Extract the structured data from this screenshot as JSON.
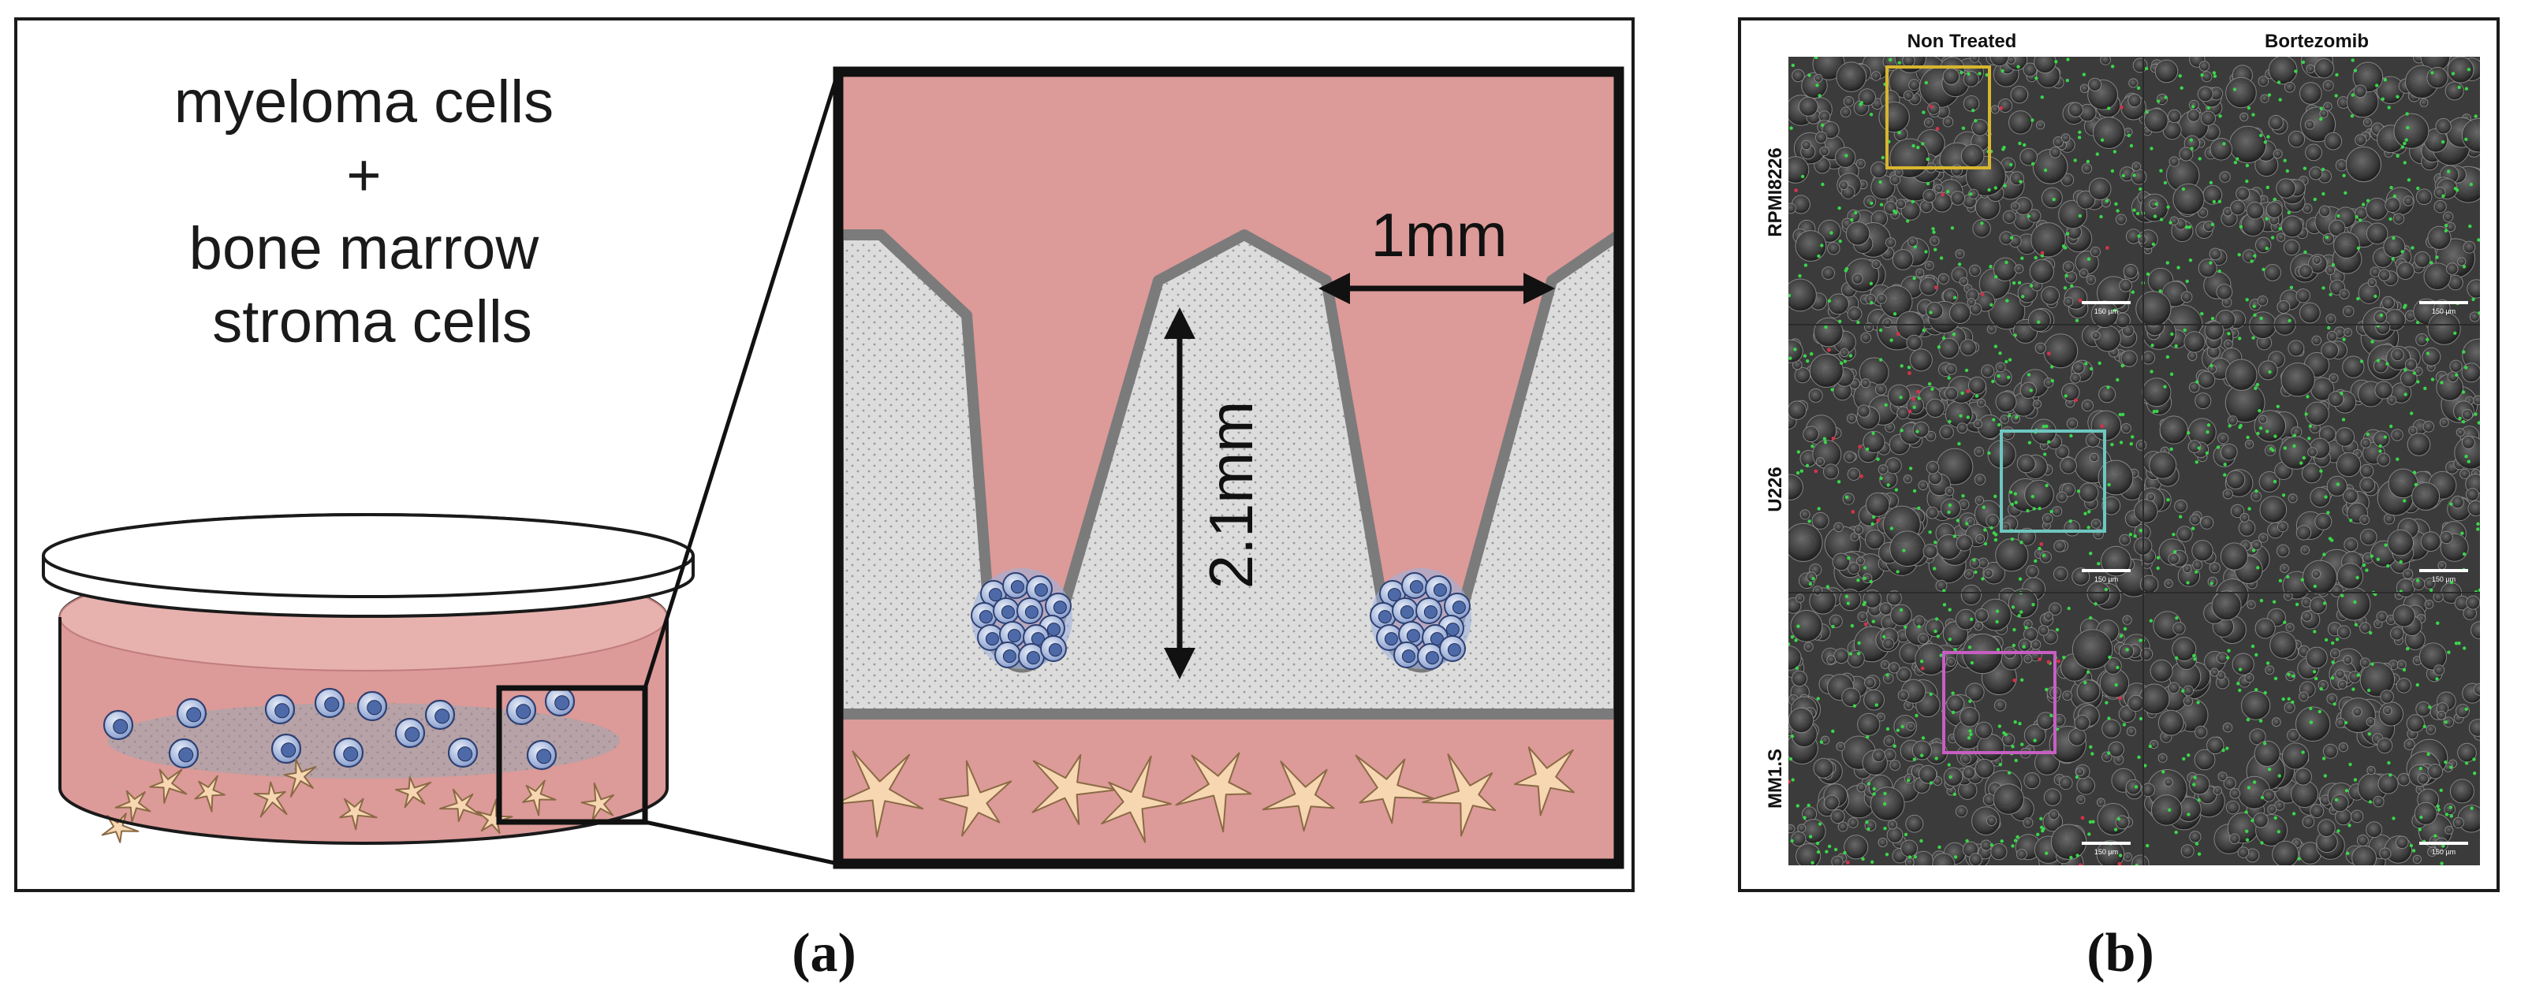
{
  "panel_a": {
    "caption": "(a)",
    "label_lines": [
      "myeloma cells",
      "+",
      "bone marrow",
      "stroma cells"
    ],
    "dim_width": "1mm",
    "dim_depth": "2.1mm"
  },
  "panel_b": {
    "caption": "(b)",
    "col_labels": [
      "Non Treated",
      "Bortezomib"
    ],
    "row_labels": [
      "RPMI8226",
      "U226",
      "MM1.S"
    ],
    "scale_bar_label": "150 µm",
    "highlight_colors": [
      "#d8b62e",
      "#6fc6c0",
      "#c85ec4"
    ]
  },
  "colors": {
    "medium": "#dc9a98",
    "medium_light": "#f0c9c6",
    "gel": "#d9d9d9",
    "gel_edge": "#7b7b7b",
    "cell_blue": "#4d69a8",
    "stroma": "#f6d7b2",
    "micro_bg": "#3b3b3b",
    "fluor_green": "#3bd64a",
    "fluor_red": "#d2334a"
  }
}
